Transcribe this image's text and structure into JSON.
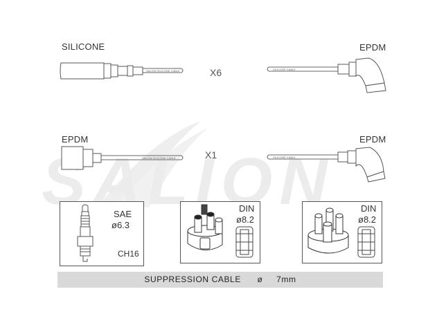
{
  "watermark": "SALION",
  "row1": {
    "left_label": "SILICONE",
    "right_label": "EPDM",
    "quantity": "X6",
    "cable_print_left": "SALION SILICONE CABLE",
    "cable_print_right": "SILICONE CABLE"
  },
  "row2": {
    "left_label": "EPDM",
    "right_label": "EPDM",
    "quantity": "X1",
    "cable_print_left": "SALION SILICONE CABLE",
    "cable_print_right": "SILICONE CABLE"
  },
  "boxes": [
    {
      "title": "SAE",
      "size": "ø6.3",
      "code": "CH16"
    },
    {
      "title": "DIN",
      "size": "ø8.2"
    },
    {
      "title": "DIN",
      "size": "ø8.2"
    }
  ],
  "footer": {
    "label": "SUPPRESSION CABLE",
    "diameter_symbol": "ø",
    "diameter": "7mm"
  }
}
